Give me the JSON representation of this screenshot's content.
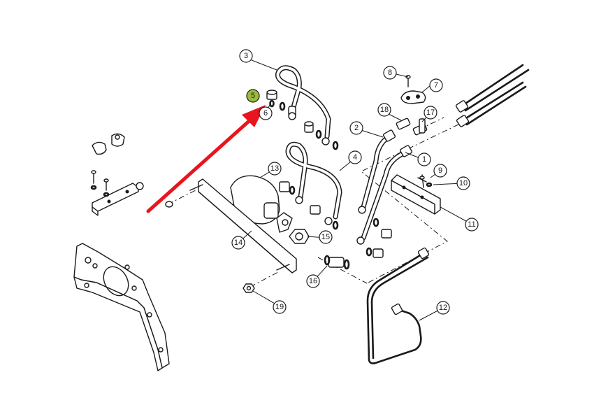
{
  "diagram": {
    "highlight_color": "#9dbb3c",
    "arrow_color": "#e8141e",
    "highlighted_part": "5",
    "callouts": [
      {
        "label": "1"
      },
      {
        "label": "2"
      },
      {
        "label": "3"
      },
      {
        "label": "4"
      },
      {
        "label": "5"
      },
      {
        "label": "6"
      },
      {
        "label": "7"
      },
      {
        "label": "8"
      },
      {
        "label": "9"
      },
      {
        "label": "10"
      },
      {
        "label": "11"
      },
      {
        "label": "12"
      },
      {
        "label": "13"
      },
      {
        "label": "14"
      },
      {
        "label": "15"
      },
      {
        "label": "16"
      },
      {
        "label": "17"
      },
      {
        "label": "18"
      },
      {
        "label": "19"
      }
    ]
  }
}
